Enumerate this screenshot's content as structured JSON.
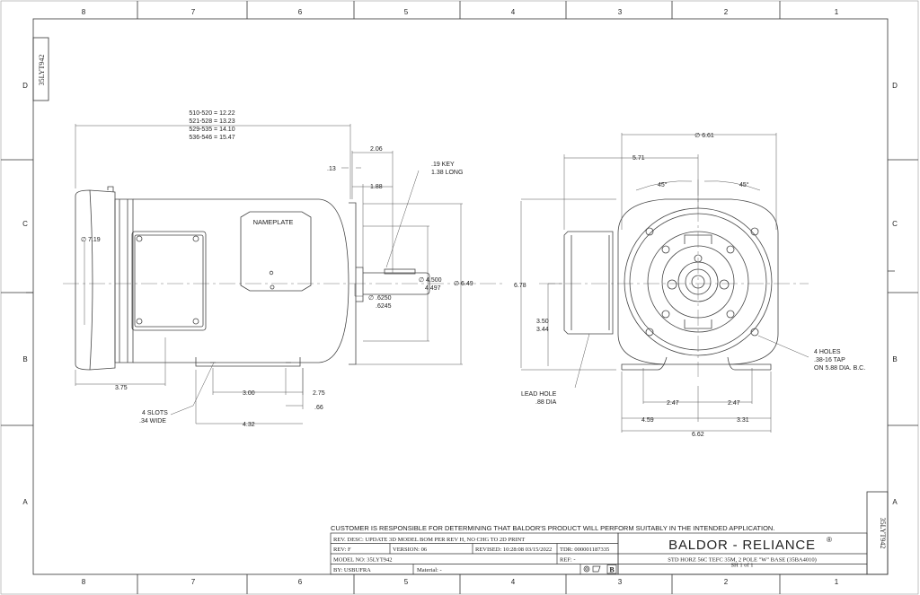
{
  "drawing_id": "35LYT942",
  "zones_top": [
    "8",
    "7",
    "6",
    "5",
    "4",
    "3",
    "2",
    "1"
  ],
  "zones_bottom": [
    "8",
    "7",
    "6",
    "5",
    "4",
    "3",
    "2",
    "1"
  ],
  "zones_side": [
    "D",
    "C",
    "B",
    "A"
  ],
  "side_view": {
    "length_table": [
      "510-520 = 12.22",
      "521-528 = 13.23",
      "529-535 = 14.10",
      "536-546 = 15.47"
    ],
    "nameplate": "NAMEPLATE",
    "dims": {
      "d_13": ".13",
      "d_206": "2.06",
      "d_188": "1.88",
      "key": [
        ".19 KEY",
        "1.38 LONG"
      ],
      "dia_719": "∅ 7.19",
      "dia_4500": "∅ 4.500",
      "dia_4497": "4.497",
      "dia_649": "∅ 6.49",
      "shaft_6250": "∅ .6250",
      "shaft_6245": ".6245",
      "d_375": "3.75",
      "d_300": "3.00",
      "d_275": "2.75",
      "d_66": ".66",
      "d_432": "4.32",
      "slots": [
        "4 SLOTS",
        ".34 WIDE"
      ]
    }
  },
  "end_view": {
    "dims": {
      "dia_661": "∅ 6.61",
      "d_571": "5.71",
      "ang_left": "45°",
      "ang_right": "45°",
      "d_678": "6.78",
      "d_350": "3.50",
      "d_344": "3.44",
      "lead_hole": [
        "LEAD HOLE",
        ".88 DIA"
      ],
      "holes": [
        "4 HOLES",
        ".38-16 TAP",
        "ON 5.88 DIA. B.C."
      ],
      "d_247a": "2.47",
      "d_247b": "2.47",
      "d_459": "4.59",
      "d_331": "3.31",
      "d_662": "6.62"
    }
  },
  "title_block": {
    "notice": "CUSTOMER IS RESPONSIBLE FOR DETERMINING THAT BALDOR'S PRODUCT WILL PERFORM SUITABLY IN THE INTENDED APPLICATION.",
    "rev_desc": "REV. DESC: UPDATE 3D MODEL BOM PER REV H, NO CHG TO 2D PRINT",
    "rev": "REV:  F",
    "version": "VERSION:  06",
    "revised": "REVISED:  10:28:08 03/15/2022",
    "tdr": "TDR:  000001187335",
    "model_no": "MODEL NO:  35LYT942",
    "ref": "REF:  -",
    "by": "BY:  USBUFRA",
    "material": "Material:  -",
    "brand": "BALDOR - RELIANCE",
    "brand_mark": "®",
    "description": "STD HORZ 56C TEFC 35M, 2 POLE \"W\" BASE (35BA4010)",
    "sheet": "SH 1 of 1",
    "size_letter": "B"
  }
}
